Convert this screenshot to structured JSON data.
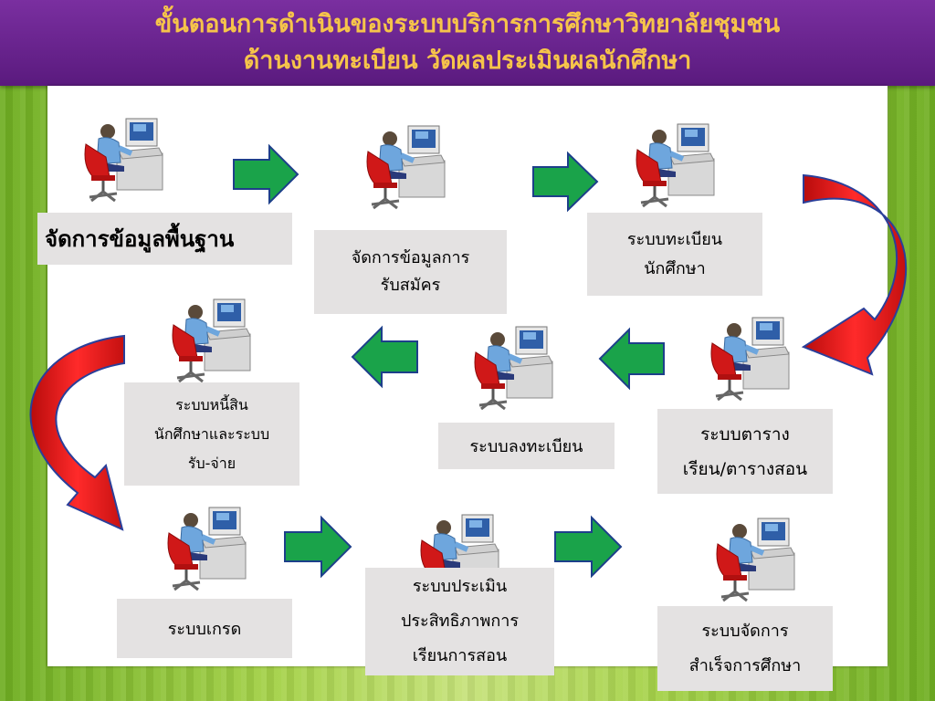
{
  "title": {
    "line1": "ขั้นตอนการดำเนินของระบบบริการการศึกษาวิทยาลัยชุมชน",
    "line2": "ด้านงานทะเบียน วัดผลประเมินผลนักศึกษา"
  },
  "steps": [
    {
      "label": "จัดการข้อมูลพื้นฐาน"
    },
    {
      "label": "จัดการข้อมูลการ\nรับสมัคร"
    },
    {
      "label": "ระบบทะเบียน\nนักศึกษา"
    },
    {
      "label": "ระบบตาราง\nเรียน/ตารางสอน"
    },
    {
      "label": "ระบบลงทะเบียน"
    },
    {
      "label": "ระบบหนี้สิน\nนักศึกษาและระบบ\nรับ-จ่าย"
    },
    {
      "label": "ระบบเกรด"
    },
    {
      "label": "ระบบประเมิน\nประสิทธิภาพการ\nเรียนการสอน"
    },
    {
      "label": "ระบบจัดการ\nสำเร็จการศึกษา"
    }
  ],
  "icons": {
    "workstation": "computer-user-icon"
  },
  "colors": {
    "header": "#5a1a7e",
    "title": "#f6c44a",
    "arrow_green": "#1aa34a",
    "arrow_red": "#e01818",
    "label_bg": "#e4e2e2"
  }
}
